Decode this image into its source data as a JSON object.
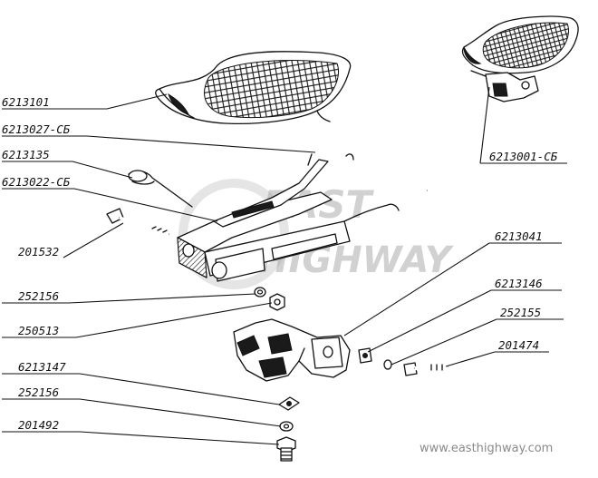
{
  "labels": {
    "l_6213101": "6213101",
    "l_6213027": "6213027-СБ",
    "l_6213135": "6213135",
    "l_6213022": "6213022-СБ",
    "l_201532": "201532",
    "l_252156a": "252156",
    "l_250513": "250513",
    "l_6213147": "6213147",
    "l_252156b": "252156",
    "l_201492": "201492",
    "l_6213001": "6213001-СБ",
    "l_6213041": "6213041",
    "l_6213146": "6213146",
    "l_252155": "252155",
    "l_201474": "201474"
  },
  "watermark": {
    "line1": "EAST",
    "line2": "HIGHWAY",
    "url": "www.easthighway.com"
  },
  "colors": {
    "ink": "#111111",
    "watermark": "#9a9a9a",
    "background": "#ffffff"
  }
}
